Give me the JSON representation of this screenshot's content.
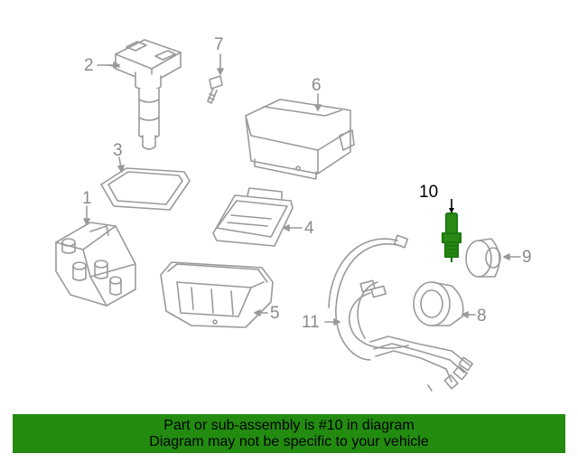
{
  "diagram": {
    "callouts": [
      {
        "id": "1",
        "text": "1"
      },
      {
        "id": "2",
        "text": "2"
      },
      {
        "id": "3",
        "text": "3"
      },
      {
        "id": "4",
        "text": "4"
      },
      {
        "id": "5",
        "text": "5"
      },
      {
        "id": "6",
        "text": "6"
      },
      {
        "id": "7",
        "text": "7"
      },
      {
        "id": "8",
        "text": "8"
      },
      {
        "id": "9",
        "text": "9"
      },
      {
        "id": "10",
        "text": "10"
      },
      {
        "id": "11",
        "text": "11"
      }
    ],
    "highlighted_part": "10",
    "colors": {
      "line": "#9a9a9a",
      "highlight_part": "#1e7a10",
      "banner": "#228b10"
    }
  },
  "banner": {
    "line1": "Part or sub-assembly is #10 in diagram",
    "line2": "Diagram may not be specific to your vehicle"
  }
}
